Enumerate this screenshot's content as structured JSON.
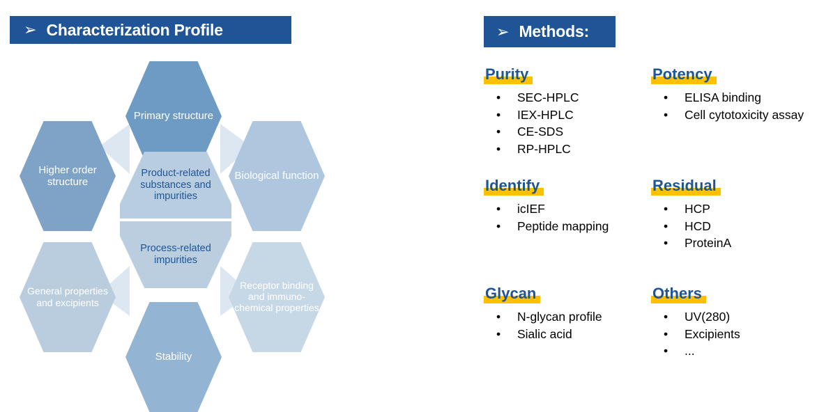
{
  "colors": {
    "header_blue": "#1F5597",
    "highlight_yellow": "#FFC000",
    "hex_dark": "#6E9BC4",
    "hex_mid": "#93B4D2",
    "hex_light": "#AEC7DE",
    "hex_pale": "#C6D7E6",
    "hex_center": "#B9CDE0",
    "center_text_blue": "#1F5597"
  },
  "left_panel": {
    "title": "Characterization Profile",
    "arrow_icon": "➢",
    "hexagons": [
      {
        "id": "primary",
        "label": "Primary structure"
      },
      {
        "id": "higher-order",
        "label": "Higher order structure"
      },
      {
        "id": "biological",
        "label": "Biological function"
      },
      {
        "id": "general",
        "label": "General properties and excipients"
      },
      {
        "id": "receptor",
        "label": "Receptor binding and immuno-chemical properties"
      },
      {
        "id": "stability",
        "label": "Stability"
      }
    ],
    "center": {
      "top_label": "Product-related substances and impurities",
      "bottom_label": "Process-related impurities"
    }
  },
  "right_panel": {
    "title": "Methods:",
    "arrow_icon": "➢",
    "bullet_glyph": "•",
    "sections": [
      {
        "heading": "Purity",
        "items": [
          "SEC-HPLC",
          "IEX-HPLC",
          "CE-SDS",
          "RP-HPLC"
        ]
      },
      {
        "heading": "Potency",
        "items": [
          "ELISA binding",
          "Cell cytotoxicity assay"
        ]
      },
      {
        "heading": "Identify",
        "items": [
          "icIEF",
          "Peptide mapping"
        ]
      },
      {
        "heading": "Residual",
        "items": [
          "HCP",
          "HCD",
          "ProteinA"
        ]
      },
      {
        "heading": "Glycan",
        "items": [
          "N-glycan profile",
          "Sialic acid"
        ]
      },
      {
        "heading": "Others",
        "items": [
          "UV(280)",
          "Excipients",
          "..."
        ]
      }
    ]
  }
}
